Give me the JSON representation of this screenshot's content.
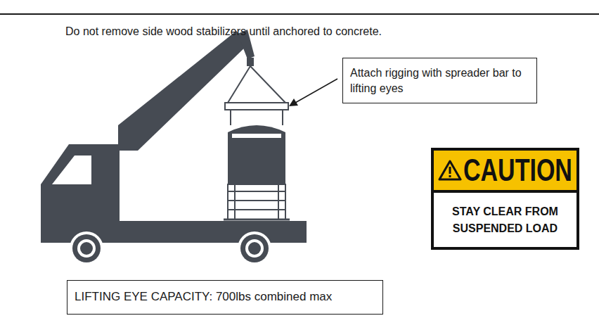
{
  "diagram": {
    "nodes": [
      {
        "text": [
          "Attach rigging with spreader bar to lifting eyes"
        ]
      },
      {
        "text": [
          "CAUTION",
          "STAY CLEAR FROM SUSPENDED LOAD"
        ]
      },
      {
        "text": [
          "LIFTING EYE CAPACITY: 700lbs combined max"
        ]
      }
    ],
    "labels": [
      "Do not remove side wood stabilizers until anchored to concrete."
    ]
  }
}
